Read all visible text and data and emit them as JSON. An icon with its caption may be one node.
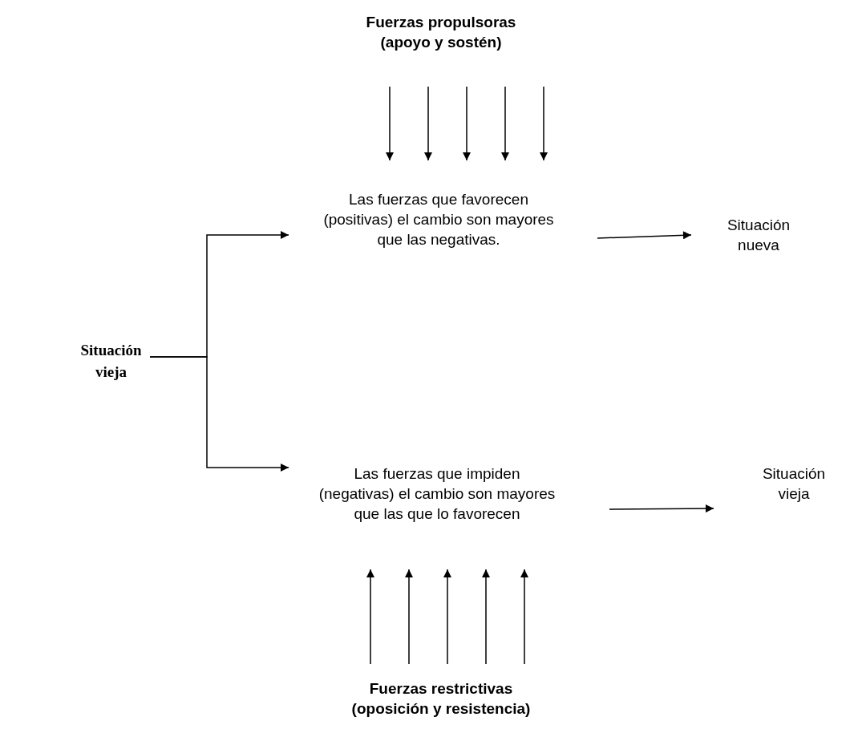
{
  "diagram": {
    "nodes": [
      {
        "text": [
          "Fuerzas propulsoras (apoyo y sostén)"
        ]
      },
      {
        "text": [
          "Las fuerzas que favorecen (positivas) el cambio son mayores que las negativas."
        ]
      },
      {
        "text": [
          "Situación nueva"
        ]
      },
      {
        "text": [
          "Situación vieja"
        ]
      },
      {
        "text": [
          "Las fuerzas que impiden (negativas) el cambio son mayores que las que lo favorecen"
        ]
      },
      {
        "text": [
          "Situación vieja"
        ]
      },
      {
        "text": [
          "Fuerzas restrictivas (oposición y resistencia)"
        ]
      }
    ],
    "edges": [
      {
        "from": 0,
        "to": 1,
        "arrow": "to"
      },
      {
        "from": 0,
        "to": 1,
        "arrow": "to"
      },
      {
        "from": 0,
        "to": 1,
        "arrow": "to"
      },
      {
        "from": 0,
        "to": 1,
        "arrow": "to"
      },
      {
        "from": 0,
        "to": 1,
        "arrow": "to"
      },
      {
        "from": 3,
        "to": 1,
        "arrow": "to"
      },
      {
        "from": 3,
        "to": 4,
        "arrow": "to"
      },
      {
        "from": 1,
        "to": 2,
        "arrow": "to"
      },
      {
        "from": 6,
        "to": 4,
        "arrow": "to"
      },
      {
        "from": 6,
        "to": 4,
        "arrow": "to"
      },
      {
        "from": 6,
        "to": 4,
        "arrow": "to"
      },
      {
        "from": 6,
        "to": 4,
        "arrow": "to"
      },
      {
        "from": 6,
        "to": 4,
        "arrow": "to"
      },
      {
        "from": 4,
        "to": 5,
        "arrow": "to"
      }
    ]
  }
}
